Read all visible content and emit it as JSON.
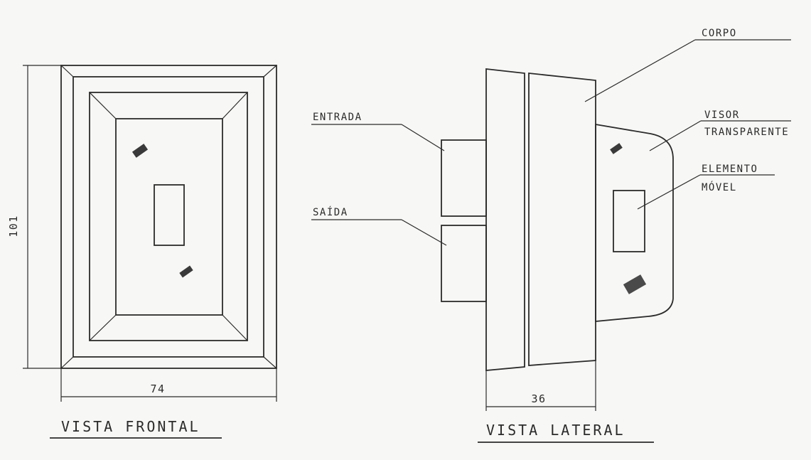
{
  "front_view": {
    "title": "VISTA FRONTAL",
    "width_dim": "74",
    "height_dim": "101"
  },
  "side_view": {
    "title": "VISTA LATERAL",
    "depth_dim": "36",
    "labels": {
      "corpo": "CORPO",
      "entrada": "ENTRADA",
      "saida": "SAÍDA",
      "visor_line1": "VISOR",
      "visor_line2": "TRANSPARENTE",
      "elemento_line1": "ELEMENTO",
      "elemento_line2": "MÓVEL"
    }
  }
}
